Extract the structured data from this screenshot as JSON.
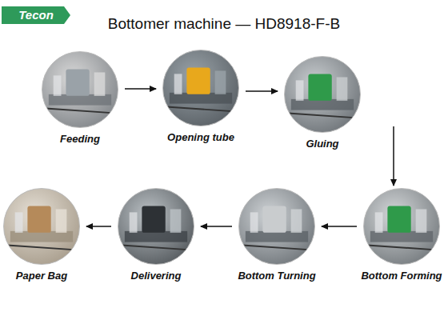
{
  "diagram": {
    "title": "Bottomer machine — HD8918-F-B",
    "nodes": [
      {
        "text": [
          "Feeding"
        ]
      },
      {
        "text": [
          "Opening tube"
        ]
      },
      {
        "text": [
          "Gluing"
        ]
      },
      {
        "text": [
          "Bottom Forming"
        ]
      },
      {
        "text": [
          "Bottom Turning"
        ]
      },
      {
        "text": [
          "Delivering"
        ]
      },
      {
        "text": [
          "Paper Bag"
        ]
      }
    ],
    "edges": [
      {
        "from": 0,
        "to": 1,
        "arrow": "to"
      },
      {
        "from": 1,
        "to": 2,
        "arrow": "to"
      },
      {
        "from": 2,
        "to": 3,
        "arrow": "to"
      },
      {
        "from": 3,
        "to": 4,
        "arrow": "to"
      },
      {
        "from": 4,
        "to": 5,
        "arrow": "to"
      },
      {
        "from": 5,
        "to": 6,
        "arrow": "to"
      }
    ],
    "labels": [
      "Tecon"
    ]
  }
}
